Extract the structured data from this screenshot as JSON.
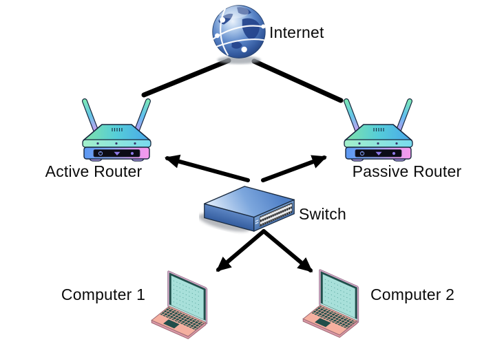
{
  "diagram": {
    "type": "network-topology",
    "nodes": {
      "internet": {
        "label": "Internet",
        "icon": "globe-icon"
      },
      "active_router": {
        "label": "Active Router",
        "icon": "wireless-router-icon"
      },
      "passive_router": {
        "label": "Passive Router",
        "icon": "wireless-router-icon"
      },
      "switch": {
        "label": "Switch",
        "icon": "network-switch-icon"
      },
      "computer1": {
        "label": "Computer 1",
        "icon": "laptop-icon"
      },
      "computer2": {
        "label": "Computer 2",
        "icon": "laptop-icon"
      }
    },
    "connections": [
      {
        "from": "internet",
        "to": "active_router",
        "style": "line",
        "arrowhead": false
      },
      {
        "from": "internet",
        "to": "passive_router",
        "style": "line",
        "arrowhead": false
      },
      {
        "from": "switch",
        "to": "active_router",
        "style": "arrow",
        "arrowhead": true
      },
      {
        "from": "switch",
        "to": "passive_router",
        "style": "arrow",
        "arrowhead": true
      },
      {
        "from": "switch",
        "to": "computer1",
        "style": "arrow",
        "arrowhead": true
      },
      {
        "from": "switch",
        "to": "computer2",
        "style": "arrow",
        "arrowhead": true
      }
    ],
    "colors": {
      "background": "#ffffff",
      "connector": "#000000",
      "label_text": "#0b0b0b",
      "globe_blue": "#4a76bd",
      "router_green": "#7fe2a9",
      "router_blue": "#4aa7ea",
      "router_pink": "#f899ec",
      "switch_blue": "#6a94cc",
      "laptop_screen_mint": "#a8e0da",
      "laptop_body_salmon": "#f5b0a0",
      "laptop_key_teal": "#214e4a"
    }
  }
}
